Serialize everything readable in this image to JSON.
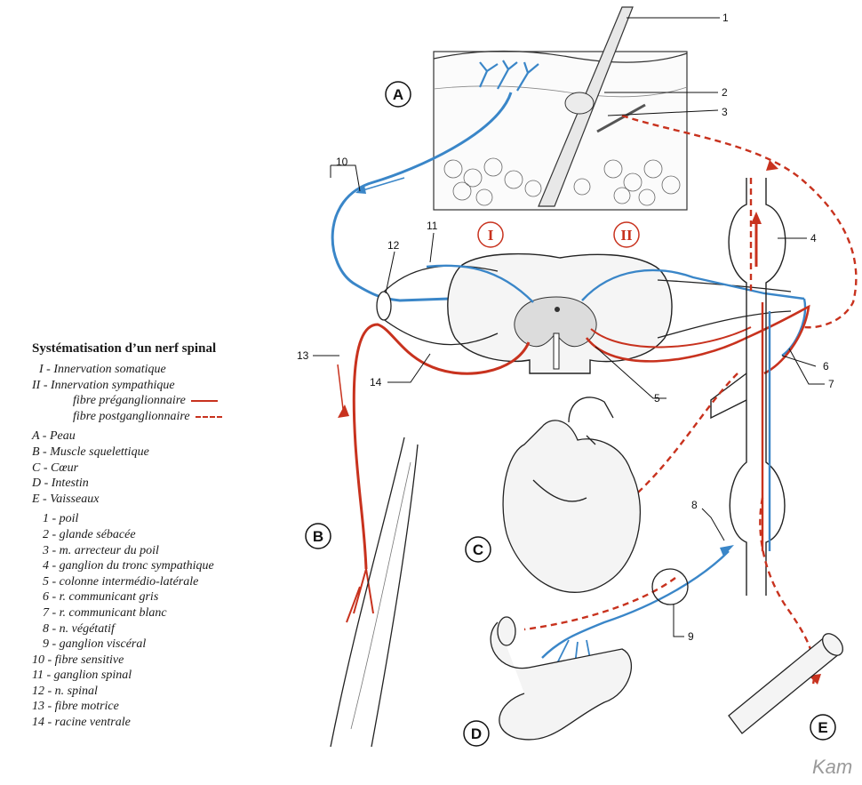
{
  "legend": {
    "title": "Systématisation d’un nerf spinal",
    "innervation": [
      {
        "label": "I - Innervation somatique"
      },
      {
        "label": "II - Innervation sympathique"
      },
      {
        "label": "fibre préganglionnaire"
      },
      {
        "label": "fibre postganglionnaire"
      }
    ],
    "organs": [
      "A - Peau",
      "B - Muscle squelettique",
      "C - Cœur",
      "D - Intestin",
      "E - Vaisseaux"
    ],
    "structures": [
      "1 - poil",
      "2 - glande sébacée",
      "3 - m. arrecteur du poil",
      "4 - ganglion du tronc sympathique",
      "5 - colonne intermédio-latérale",
      "6 - r. communicant gris",
      "7 - r. communicant blanc",
      "8 - n. végétatif",
      "9 - ganglion viscéral",
      "10 - fibre sensitive",
      "11 - ganglion spinal",
      "12 - n. spinal",
      "13 - fibre motrice",
      "14 - racine ventrale"
    ]
  },
  "diagram": {
    "organ_letters": [
      "A",
      "B",
      "C",
      "D",
      "E"
    ],
    "roman_labels": [
      "I",
      "II"
    ],
    "callouts": [
      "1",
      "2",
      "3",
      "4",
      "5",
      "6",
      "7",
      "8",
      "9",
      "10",
      "11",
      "12",
      "13",
      "14"
    ]
  },
  "colors": {
    "somatic_sensory": "#3a86c8",
    "motor_sympathetic": "#c8321e",
    "outline": "#222222"
  },
  "watermark": "Kam"
}
